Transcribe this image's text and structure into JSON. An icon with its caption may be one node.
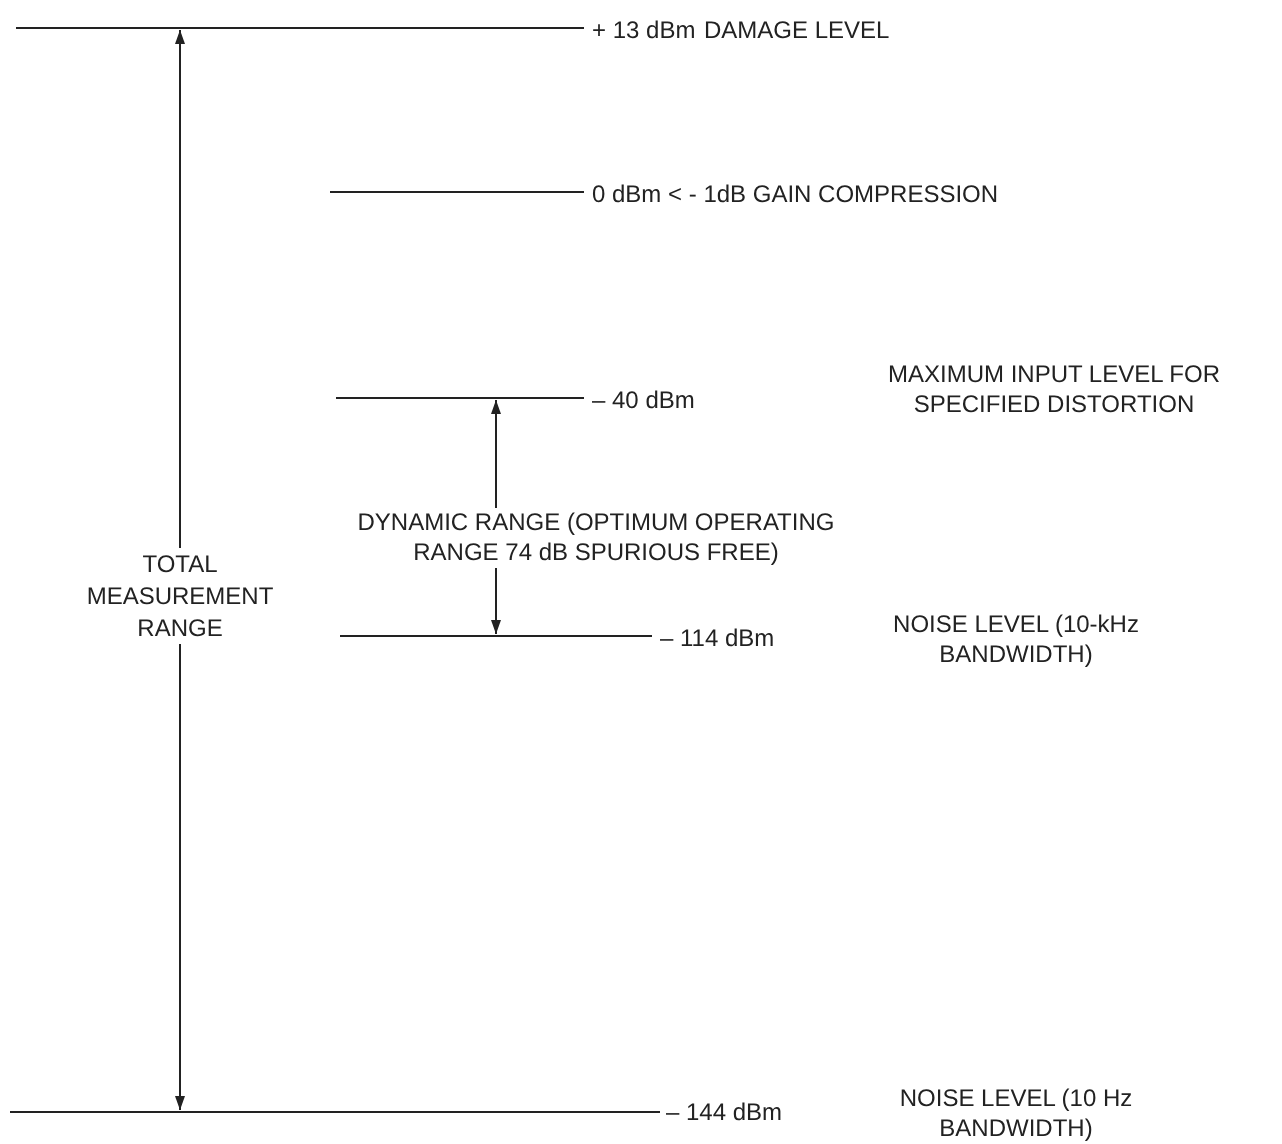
{
  "diagram": {
    "labels": [
      "+ 13 dBm",
      "DAMAGE LEVEL",
      "0 dBm < - 1dB GAIN COMPRESSION",
      "– 40 dBm",
      "MAXIMUM INPUT LEVEL FOR SPECIFIED DISTORTION",
      "TOTAL MEASUREMENT RANGE",
      "DYNAMIC RANGE (OPTIMUM OPERATING RANGE 74 dB SPURIOUS FREE)",
      "– 114 dBm",
      "NOISE LEVEL (10-kHz BANDWIDTH)",
      "– 144 dBm",
      "NOISE LEVEL (10 Hz BANDWIDTH)"
    ]
  }
}
